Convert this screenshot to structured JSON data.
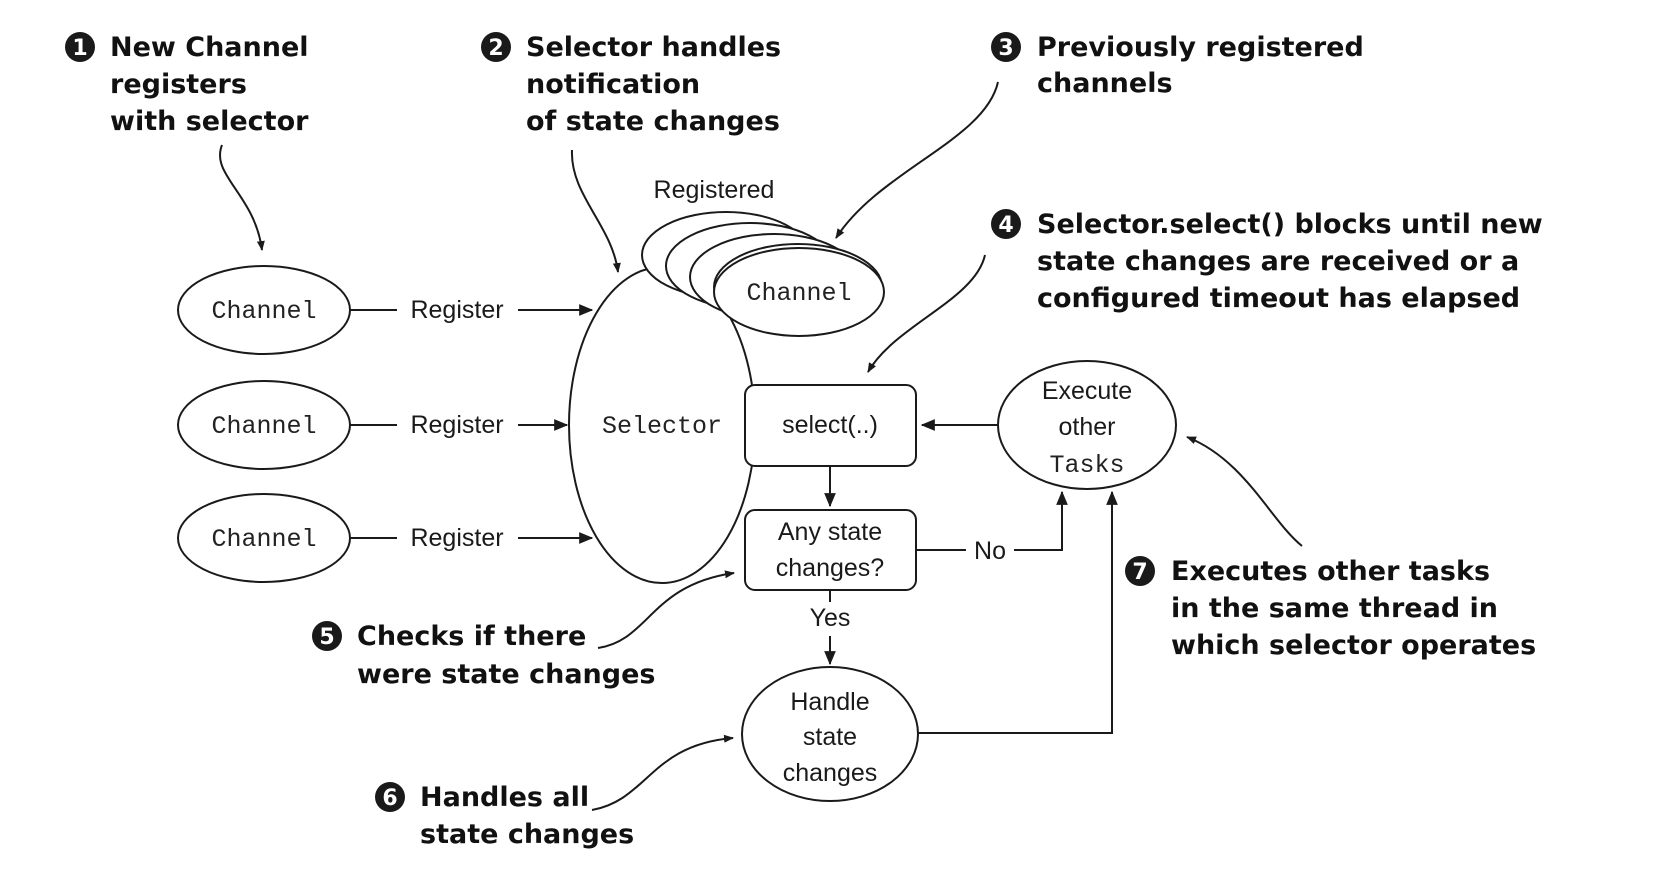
{
  "annotations": [
    {
      "number": "1",
      "lines": [
        "New Channel",
        "registers",
        "with selector"
      ]
    },
    {
      "number": "2",
      "lines": [
        "Selector handles",
        "notification",
        "of state changes"
      ]
    },
    {
      "number": "3",
      "lines": [
        "Previously registered",
        "channels"
      ]
    },
    {
      "number": "4",
      "lines": [
        "Selector.select() blocks until new",
        "state changes are received or a",
        "configured timeout has elapsed"
      ]
    },
    {
      "number": "5",
      "lines": [
        "Checks if there",
        "were state changes"
      ]
    },
    {
      "number": "6",
      "lines": [
        "Handles all",
        "state changes"
      ]
    },
    {
      "number": "7",
      "lines": [
        "Executes other tasks",
        "in the same thread in",
        "which selector operates"
      ]
    }
  ],
  "channel_label": "Channel",
  "register_label": "Register",
  "registered_label": "Registered",
  "selector_label": "Selector",
  "select_label": "select(..)",
  "state_check_lines": [
    "Any state",
    "changes?"
  ],
  "handle_lines": [
    "Handle",
    "state",
    "changes"
  ],
  "execute_lines": [
    "Execute",
    "other"
  ],
  "tasks_label": "Tasks",
  "yes_label": "Yes",
  "no_label": "No"
}
